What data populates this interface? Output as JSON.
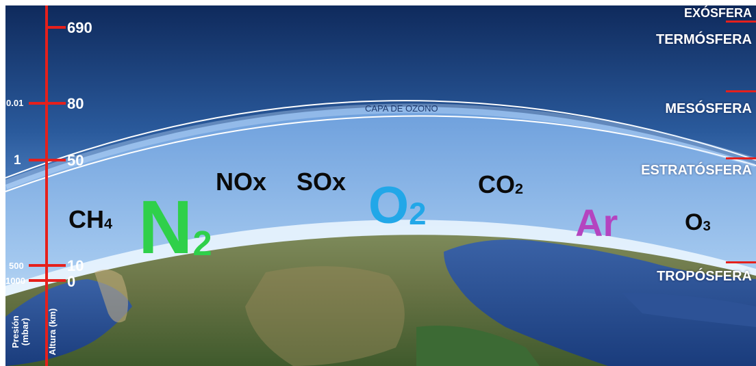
{
  "altitude_scale": {
    "title": "Altura (km)",
    "labels": [
      "690",
      "80",
      "50",
      "10",
      "0"
    ]
  },
  "pressure_scale": {
    "title_line1": "Presión",
    "title_line2": "(mbar)",
    "labels": [
      "0.01",
      "1",
      "500",
      "1000"
    ]
  },
  "layers": [
    "EXÓSFERA",
    "TERMÓSFERA",
    "MESÓSFERA",
    "ESTRATÓSFERA",
    "TROPÓSFERA"
  ],
  "ozone_label": "CAPA DE OZONO",
  "gases": {
    "ch4": {
      "base": "CH",
      "sub": "4"
    },
    "n2": {
      "base": "N",
      "sub": "2"
    },
    "nox": {
      "base": "NOx",
      "sub": ""
    },
    "sox": {
      "base": "SOx",
      "sub": ""
    },
    "o2": {
      "base": "O",
      "sub": "2"
    },
    "co2": {
      "base": "CO",
      "sub": "2"
    },
    "ar": {
      "base": "Ar",
      "sub": ""
    },
    "o3": {
      "base": "O",
      "sub": "3"
    }
  },
  "colors": {
    "scale_red": "#e5201c",
    "n2_green": "#2fd04a",
    "o2_blue": "#22a7e8",
    "ar_purple": "#b444c0",
    "space_blue": "#1d3f78",
    "sky_blue": "#8fb8e6"
  }
}
